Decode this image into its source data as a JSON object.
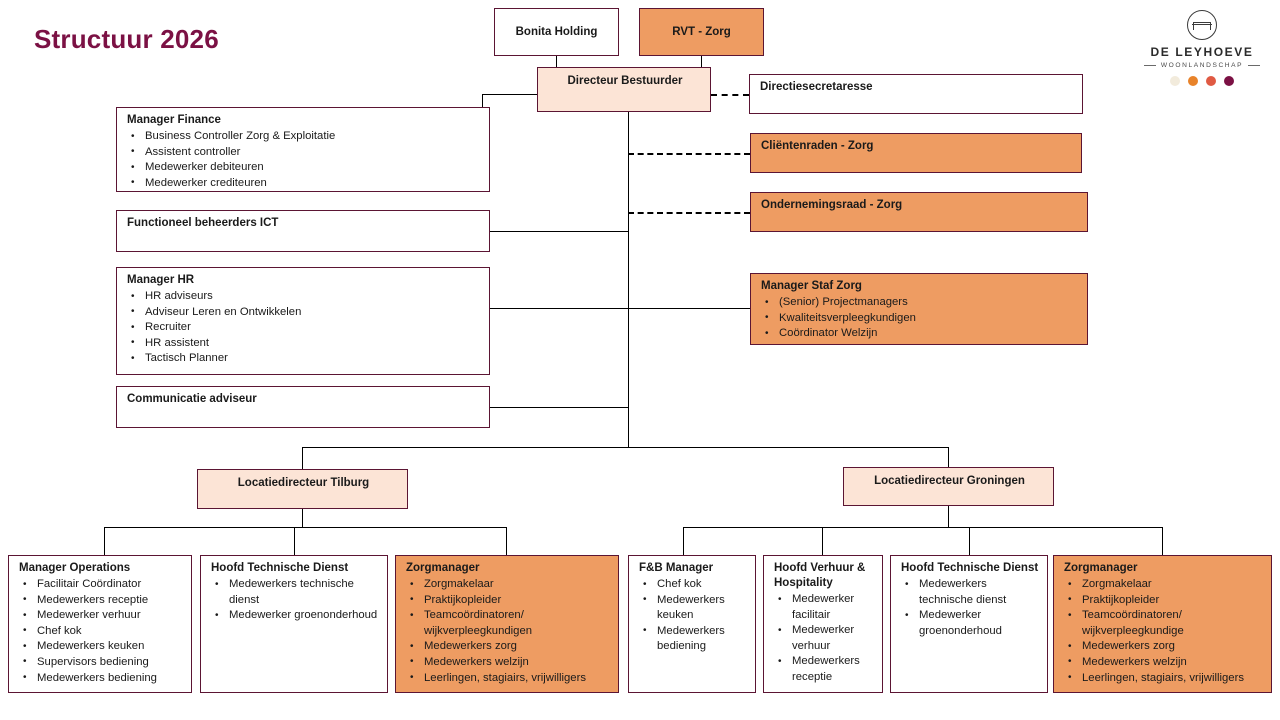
{
  "page": {
    "title": "Structuur 2026",
    "title_color": "#7B1144"
  },
  "logo": {
    "name": "DE LEYHOEVE",
    "subtitle": "WOONLANDSCHAP",
    "emblem": "bench-in-circle-icon",
    "dot_colors": [
      "#F2EBDC",
      "#E8832A",
      "#E05A43",
      "#7B1144"
    ]
  },
  "palette": {
    "peach": "#FCE4D6",
    "orange": "#EE9C62",
    "white": "#FFFFFF",
    "border": "#5B1533"
  },
  "nodes": {
    "bonita_holding": {
      "title": "Bonita Holding",
      "fill": "white"
    },
    "rvt_zorg": {
      "title": "RVT - Zorg",
      "fill": "orange"
    },
    "directeur_bestuurder": {
      "title": "Directeur Bestuurder",
      "fill": "peach"
    },
    "directiesecretaresse": {
      "title": "Directiesecretaresse",
      "fill": "white"
    },
    "clientenraden": {
      "title": "Cliëntenraden - Zorg",
      "fill": "orange"
    },
    "ondernemingsraad": {
      "title": "Ondernemingsraad - Zorg",
      "fill": "orange"
    },
    "manager_finance": {
      "title": "Manager Finance",
      "fill": "white",
      "items": [
        "Business Controller Zorg & Exploitatie",
        "Assistent controller",
        "Medewerker debiteuren",
        "Medewerker crediteuren"
      ]
    },
    "functioneel_beheerders_ict": {
      "title": "Functioneel beheerders ICT",
      "fill": "white",
      "items": []
    },
    "manager_hr": {
      "title": "Manager HR",
      "fill": "white",
      "items": [
        "HR adviseurs",
        "Adviseur Leren en Ontwikkelen",
        "Recruiter",
        "HR assistent",
        "Tactisch Planner"
      ]
    },
    "communicatie_adviseur": {
      "title": "Communicatie adviseur",
      "fill": "white",
      "items": []
    },
    "manager_staf_zorg": {
      "title": "Manager Staf Zorg",
      "fill": "orange",
      "items": [
        "(Senior) Projectmanagers",
        "Kwaliteitsverpleegkundigen",
        "Coördinator Welzijn"
      ]
    },
    "locatiedirecteur_tilburg": {
      "title": "Locatiedirecteur Tilburg",
      "fill": "peach"
    },
    "locatiedirecteur_groningen": {
      "title": "Locatiedirecteur Groningen",
      "fill": "peach"
    },
    "manager_operations": {
      "title": "Manager Operations",
      "fill": "white",
      "items": [
        "Facilitair Coördinator",
        "Medewerkers receptie",
        "Medewerker verhuur",
        "Chef kok",
        "Medewerkers keuken",
        "Supervisors bediening",
        "Medewerkers bediening"
      ]
    },
    "hoofd_technische_dienst_tilburg": {
      "title": "Hoofd Technische Dienst",
      "fill": "white",
      "items": [
        "Medewerkers technische dienst",
        "Medewerker groenonderhoud"
      ]
    },
    "zorgmanager_tilburg": {
      "title": "Zorgmanager",
      "fill": "orange",
      "items": [
        "Zorgmakelaar",
        "Praktijkopleider",
        "Teamcoördinatoren/ wijkverpleegkundigen",
        "Medewerkers zorg",
        "Medewerkers welzijn",
        "Leerlingen, stagiairs, vrijwilligers"
      ]
    },
    "fb_manager": {
      "title": "F&B Manager",
      "fill": "white",
      "items": [
        "Chef kok",
        "Medewerkers keuken",
        "Medewerkers bediening"
      ]
    },
    "hoofd_verhuur_hospitality": {
      "title": "Hoofd Verhuur & Hospitality",
      "fill": "white",
      "items": [
        "Medewerker facilitair",
        "Medewerker verhuur",
        "Medewerkers receptie"
      ]
    },
    "hoofd_technische_dienst_groningen": {
      "title": "Hoofd Technische Dienst",
      "fill": "white",
      "items": [
        "Medewerkers technische dienst",
        "Medewerker groenonderhoud"
      ]
    },
    "zorgmanager_groningen": {
      "title": "Zorgmanager",
      "fill": "orange",
      "items": [
        "Zorgmakelaar",
        "Praktijkopleider",
        "Teamcoördinatoren/ wijkverpleegkundige",
        "Medewerkers zorg",
        "Medewerkers welzijn",
        "Leerlingen, stagiairs, vrijwilligers"
      ]
    }
  }
}
